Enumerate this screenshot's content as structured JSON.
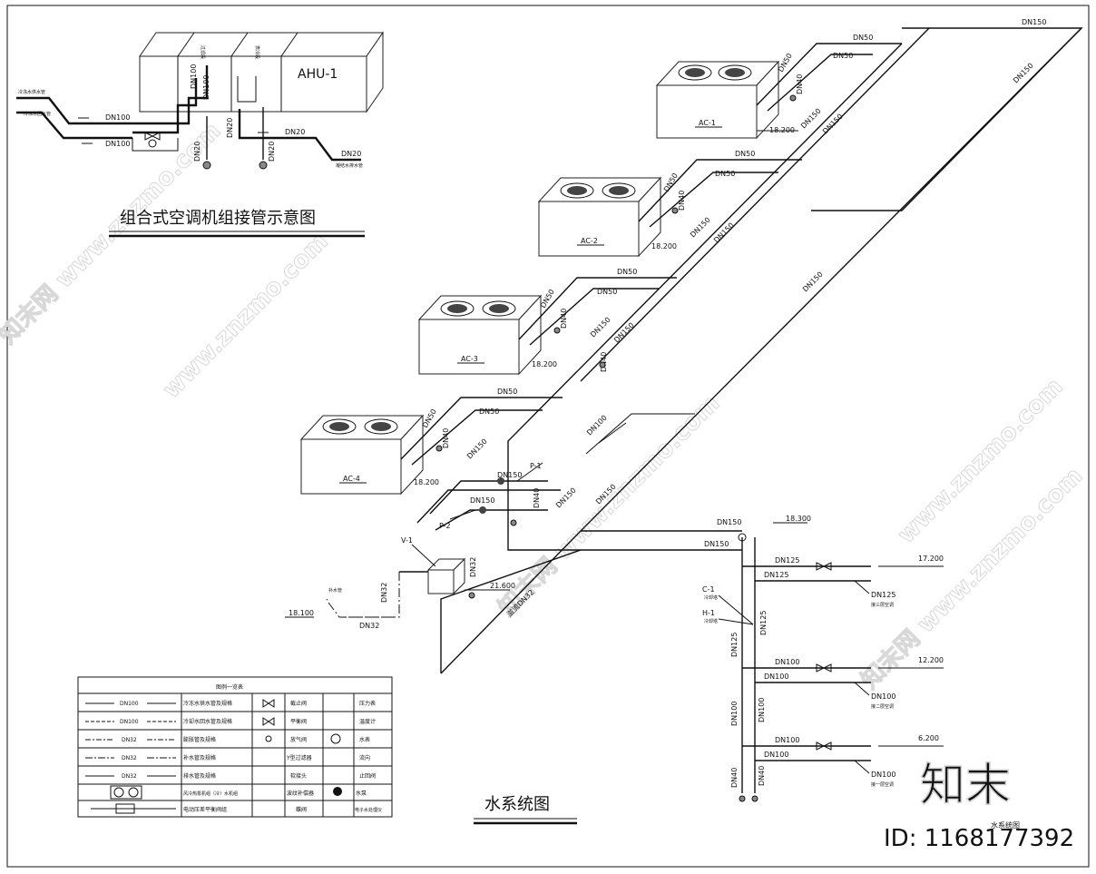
{
  "titles": {
    "ahu_title": "组合式空调机组接管示意图",
    "system_title": "水系统图",
    "system_title_small": "水系统图"
  },
  "ahu": {
    "name": "AHU-1",
    "sections": [
      "过滤段",
      "表冷段"
    ],
    "pipe_sizes": [
      "DN100",
      "DN100",
      "DN100",
      "DN100",
      "DN20",
      "DN20",
      "DN20",
      "DN20",
      "DN20"
    ],
    "side_labels": [
      "冷冻水供水管",
      "冷冻水回水管"
    ],
    "drain_label": "凝结水排水管"
  },
  "units": [
    {
      "name": "AC-1",
      "elevation": "18.200",
      "pipes": [
        "DN50",
        "DN50",
        "DN50",
        "DN40"
      ]
    },
    {
      "name": "AC-2",
      "elevation": "18.200",
      "pipes": [
        "DN50",
        "DN50",
        "DN50",
        "DN40"
      ]
    },
    {
      "name": "AC-3",
      "elevation": "18.200",
      "pipes": [
        "DN50",
        "DN50",
        "DN50",
        "DN40"
      ]
    },
    {
      "name": "AC-4",
      "elevation": "18.200",
      "pipes": [
        "DN50",
        "DN50",
        "DN50",
        "DN40"
      ]
    }
  ],
  "mains": {
    "dn150_labels": [
      "DN150",
      "DN150",
      "DN150",
      "DN150",
      "DN150",
      "DN150",
      "DN150",
      "DN150",
      "DN150",
      "DN150",
      "DN150",
      "DN150"
    ],
    "dn100": "DN100",
    "dn32": "DN32",
    "dn125": "DN125"
  },
  "pumps": {
    "p1": "P-1",
    "p2": "P-2",
    "dn40": "DN40"
  },
  "tank": {
    "name": "V-1",
    "elevation_top": "21.600",
    "make_up": "补水管",
    "elevation": "18.100",
    "overflow": "溢流DN32",
    "vent": "DN32"
  },
  "riser": {
    "elev_top": "18.300",
    "labels": [
      "C-1",
      "H-1"
    ],
    "label_notes": [
      "冷却塔",
      "冷却塔"
    ],
    "branches": [
      {
        "elev": "17.200",
        "size_a": "DN125",
        "size_b": "DN125",
        "to": "DN125",
        "note": "接三层空调"
      },
      {
        "elev": "12.200",
        "size_a": "DN100",
        "size_b": "DN100",
        "to": "DN100",
        "note": "接二层空调"
      },
      {
        "elev": "6.200",
        "size_a": "DN100",
        "size_b": "DN100",
        "to": "DN100",
        "note": "接一层空调"
      }
    ],
    "riser_sizes": [
      "DN125",
      "DN125",
      "DN100",
      "DN100",
      "DN40",
      "DN40"
    ]
  },
  "legend": {
    "title": "图例一览表",
    "rows": [
      {
        "code": "DN100",
        "desc": "冷冻水供水管及规格",
        "sym1": "截止阀",
        "sym2": "压力表"
      },
      {
        "code": "DN100",
        "desc": "冷却水回水管及规格",
        "sym1": "平衡阀",
        "sym2": "温度计"
      },
      {
        "code": "DN32",
        "desc": "膨胀管及规格",
        "sym1": "放气阀",
        "sym2": "水表"
      },
      {
        "code": "DN32",
        "desc": "补水管及规格",
        "sym1": "Y型过滤器",
        "sym2": "流向"
      },
      {
        "code": "DN32",
        "desc": "排水管及规格",
        "sym1": "软接头",
        "sym2": "止回阀"
      },
      {
        "code": "",
        "desc": "风冷热泵机组（冷）水机组",
        "sym1": "波纹补偿器",
        "sym2": "水泵"
      },
      {
        "code": "",
        "desc": "电动压差平衡阀组",
        "sym1": "蝶阀",
        "sym2": "电子水处理仪"
      }
    ]
  },
  "brand": {
    "logo": "知末",
    "id": "ID: 1168177392",
    "watermark": "www.znzmo.com"
  }
}
